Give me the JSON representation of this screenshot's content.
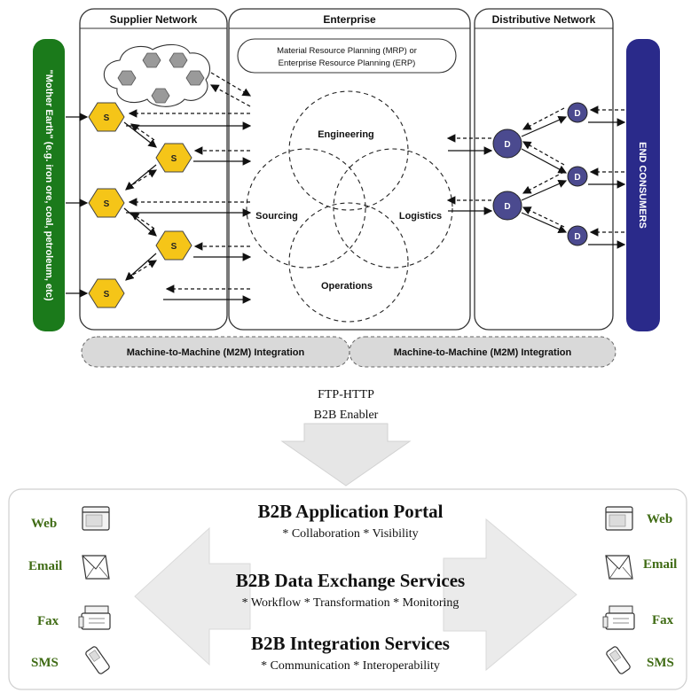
{
  "panels": {
    "supplier": "Supplier Network",
    "enterprise": "Enterprise",
    "distributive": "Distributive Network"
  },
  "erp_box": {
    "line1": "Material Resource Planning (MRP) or",
    "line2": "Enterprise Resource Planning (ERP)"
  },
  "circles": {
    "engineering": "Engineering",
    "sourcing": "Sourcing",
    "logistics": "Logistics",
    "operations": "Operations"
  },
  "supplier_label": "S",
  "distributor_label": "D",
  "mother_earth": "\"Mother Earth\" (e.g. iron ore, coal, petroleum, etc)",
  "end_consumers": "END CONSUMERS",
  "m2m": {
    "left": "Machine-to-Machine (M2M) Integration",
    "right": "Machine-to-Machine (M2M) Integration"
  },
  "enabler": {
    "line1": "FTP-HTTP",
    "line2": "B2B Enabler"
  },
  "services": {
    "portal_title": "B2B Application Portal",
    "portal_sub": "* Collaboration * Visibility",
    "exchange_title": "B2B Data Exchange Services",
    "exchange_sub": "* Workflow * Transformation * Monitoring",
    "integration_title": "B2B Integration Services",
    "integration_sub": "* Communication * Interoperability"
  },
  "channels_left": [
    {
      "label": "Web",
      "icon": "web-window-icon"
    },
    {
      "label": "Email",
      "icon": "email-envelope-icon"
    },
    {
      "label": "Fax",
      "icon": "fax-machine-icon"
    },
    {
      "label": "SMS",
      "icon": "mobile-phone-icon"
    }
  ],
  "channels_right": [
    {
      "label": "Web",
      "icon": "web-window-icon"
    },
    {
      "label": "Email",
      "icon": "email-envelope-icon"
    },
    {
      "label": "Fax",
      "icon": "fax-machine-icon"
    },
    {
      "label": "SMS",
      "icon": "mobile-phone-icon"
    }
  ],
  "colors": {
    "supplier_node": "#f5c518",
    "distributor_node": "#4b4a8f",
    "mother_earth": "#1b7a1b",
    "end_consumers": "#2a2a8a",
    "m2m_bar": "#d9d9d9",
    "channel_text": "#3f6b14"
  }
}
